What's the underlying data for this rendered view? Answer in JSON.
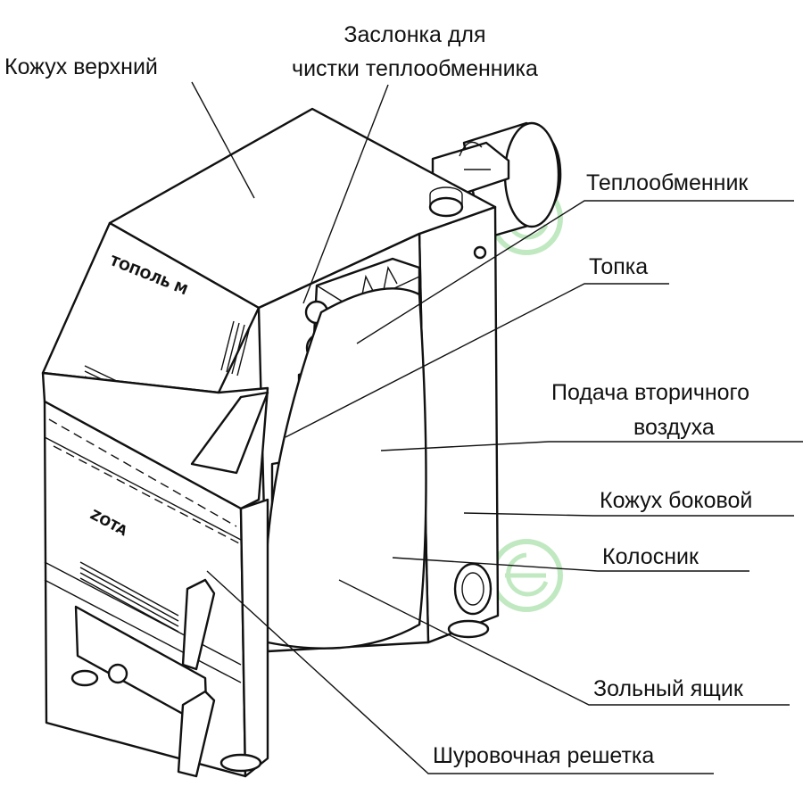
{
  "labels": {
    "top_cover": "Кожух верхний",
    "damper_line1": "Заслонка для",
    "damper_line2": "чистки теплообменника",
    "heat_exchanger": "Теплообменник",
    "firebox": "Топка",
    "secondary_air_line1": "Подача вторичного",
    "secondary_air_line2": "воздуха",
    "side_cover": "Кожух боковой",
    "grate": "Колосник",
    "ash_box": "Зольный ящик",
    "poker_grate": "Шуровочная решетка"
  },
  "logos": {
    "lid": "ТОПОЛЬ-М",
    "door": "ZOTA"
  },
  "colors": {
    "line": "#111111",
    "watermark": "#8fd88f"
  }
}
